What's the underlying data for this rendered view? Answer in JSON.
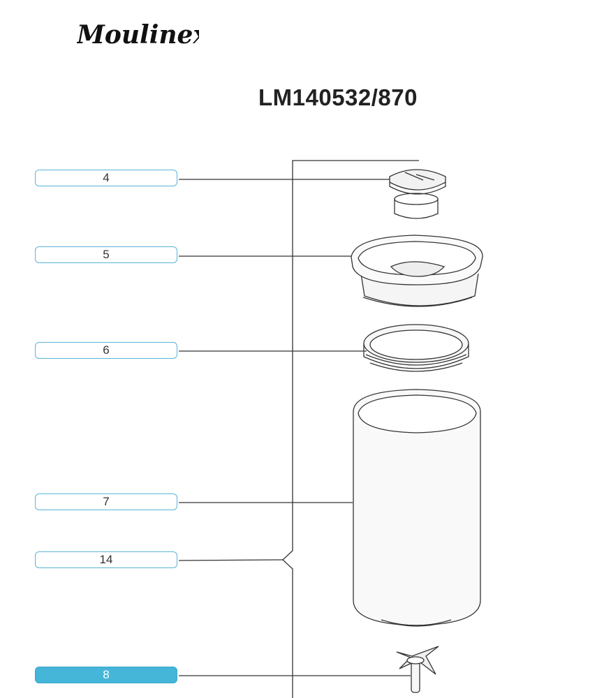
{
  "brand": {
    "name": "Moulinex"
  },
  "header": {
    "model": "LM140532/870"
  },
  "parts": [
    {
      "label": "4",
      "selected": false
    },
    {
      "label": "5",
      "selected": false
    },
    {
      "label": "6",
      "selected": false
    },
    {
      "label": "7",
      "selected": false
    },
    {
      "label": "14",
      "selected": false
    },
    {
      "label": "8",
      "selected": true
    }
  ],
  "colors": {
    "accent": "#45b5d8",
    "outline": "#5ab4d6"
  }
}
